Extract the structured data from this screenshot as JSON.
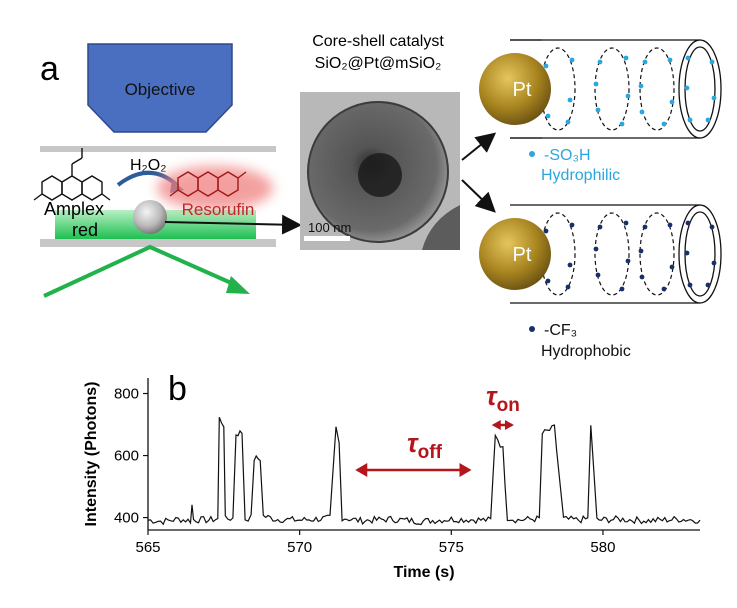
{
  "panel_a": {
    "label": "a",
    "objective": "Objective",
    "h2o2": "H₂O₂",
    "amplex_line1": "Amplex",
    "amplex_line2": "red",
    "resorufin": "Resorufin",
    "catalyst_title_line1": "Core-shell catalyst",
    "catalyst_title_line2": "SiO₂@Pt@mSiO₂",
    "scale_bar": "100 nm",
    "pt_label": "Pt",
    "legend_top_line1": "-SO₃H",
    "legend_top_line2": "Hydrophilic",
    "legend_bottom_line1": "-CF₃",
    "legend_bottom_line2": "Hydrophobic",
    "colors": {
      "objective": "#4a6fc0",
      "resorufin": "#c0282a",
      "green": "#22b24c",
      "hydrophilic": "#2aa6e0",
      "hydrophobic": "#17306a",
      "pt": "#9b7a22"
    }
  },
  "panel_b": {
    "label": "b",
    "tau_off": "τoff",
    "tau_on": "τon",
    "tau_color": "#b3161b"
  },
  "chart_data": {
    "type": "line",
    "xlabel": "Time (s)",
    "ylabel": "Intensity (Photons)",
    "xlim": [
      565,
      583.2
    ],
    "ylim": [
      360,
      850
    ],
    "xticks": [
      565,
      570,
      575,
      580
    ],
    "yticks": [
      400,
      600,
      800
    ],
    "series": [
      {
        "values": [
          [
            565.0,
            392
          ],
          [
            565.5,
            388
          ],
          [
            566.0,
            395
          ],
          [
            566.4,
            390
          ],
          [
            566.45,
            440
          ],
          [
            566.5,
            394
          ],
          [
            567.0,
            392
          ],
          [
            567.3,
            396
          ],
          [
            567.35,
            720
          ],
          [
            567.5,
            700
          ],
          [
            567.55,
            395
          ],
          [
            567.8,
            398
          ],
          [
            567.9,
            670
          ],
          [
            568.1,
            675
          ],
          [
            568.2,
            396
          ],
          [
            568.4,
            400
          ],
          [
            568.5,
            590
          ],
          [
            568.7,
            590
          ],
          [
            568.8,
            405
          ],
          [
            569.2,
            395
          ],
          [
            570.0,
            392
          ],
          [
            571.0,
            398
          ],
          [
            571.2,
            690
          ],
          [
            571.3,
            640
          ],
          [
            571.4,
            400
          ],
          [
            572.0,
            390
          ],
          [
            573.0,
            395
          ],
          [
            574.0,
            388
          ],
          [
            575.0,
            395
          ],
          [
            576.3,
            392
          ],
          [
            576.45,
            670
          ],
          [
            576.7,
            620
          ],
          [
            576.85,
            400
          ],
          [
            577.2,
            392
          ],
          [
            577.6,
            395
          ],
          [
            577.9,
            396
          ],
          [
            578.0,
            670
          ],
          [
            578.4,
            690
          ],
          [
            578.7,
            395
          ],
          [
            579.2,
            392
          ],
          [
            579.5,
            396
          ],
          [
            579.6,
            700
          ],
          [
            579.8,
            392
          ],
          [
            580.5,
            395
          ],
          [
            581.5,
            390
          ],
          [
            582.5,
            395
          ],
          [
            583.2,
            392
          ]
        ]
      }
    ],
    "annotations": [
      "τoff",
      "τon"
    ]
  }
}
